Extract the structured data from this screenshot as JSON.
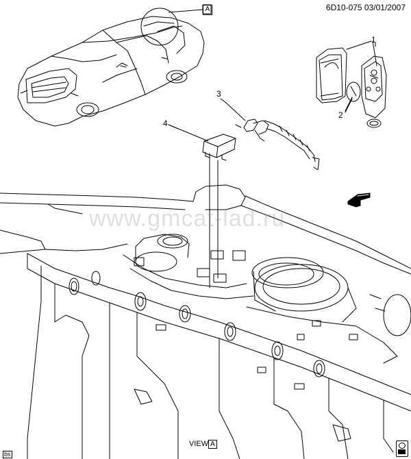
{
  "header": {
    "code": "6D10-075 03/01/2007"
  },
  "view_marker": {
    "letter": "A"
  },
  "view_caption": {
    "prefix": "VIEW",
    "letter": "A"
  },
  "callouts": [
    "1",
    "2",
    "3",
    "4"
  ],
  "watermark": "www.gmcat-lad.ru",
  "corner_tag": "bs",
  "icons": [
    "fwd-arrow-icon",
    "wrench-icon"
  ]
}
